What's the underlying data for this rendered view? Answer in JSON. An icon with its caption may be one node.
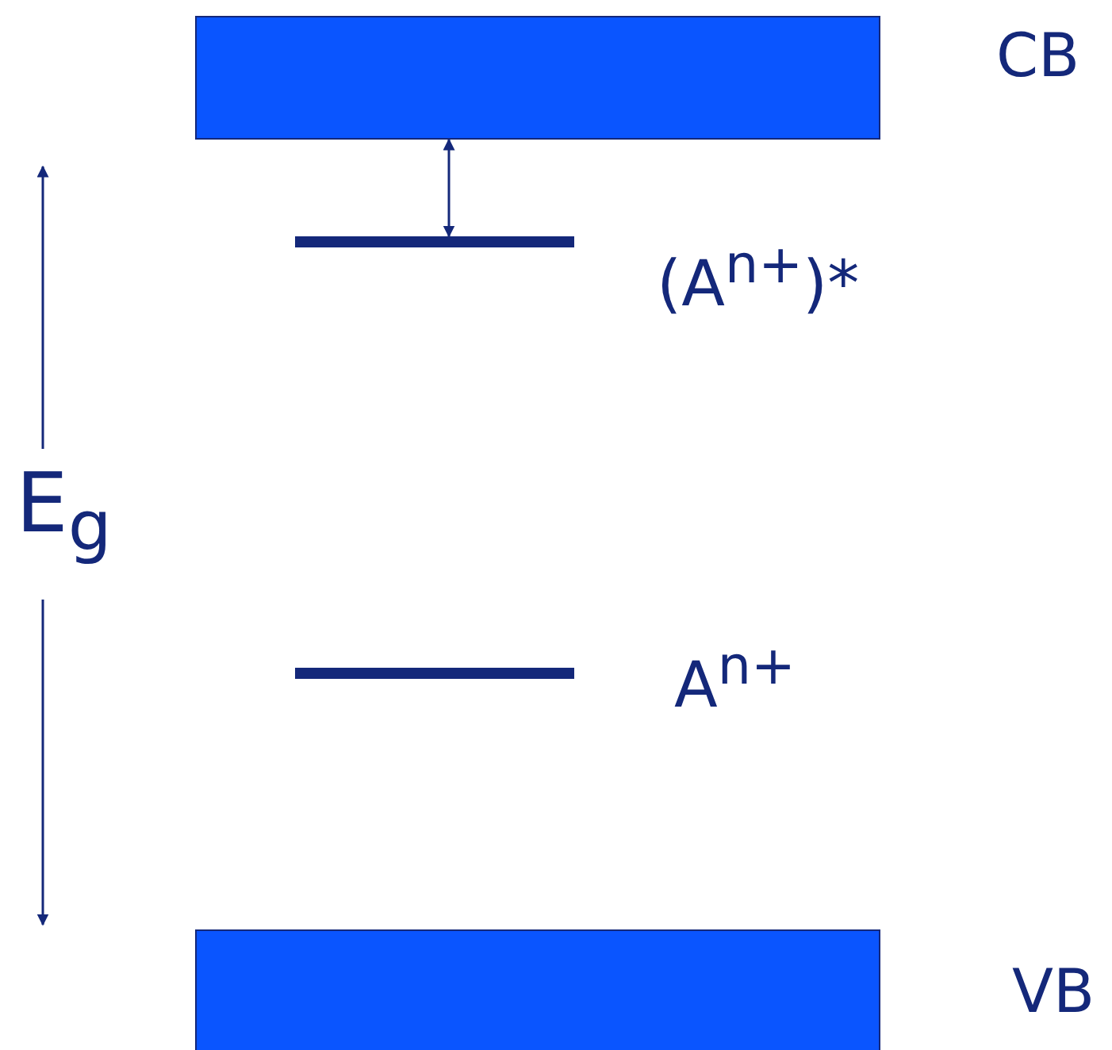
{
  "diagram": {
    "nodes": [
      {
        "text": [
          "CB"
        ]
      },
      {
        "text": [
          "(A$^{n+}$)*"
        ]
      },
      {
        "text": [
          "A$^{n+}$"
        ]
      },
      {
        "text": [
          "VB"
        ]
      }
    ],
    "edges": [
      {
        "from": 0,
        "to": 1,
        "arrow": "both"
      }
    ],
    "labels": [
      "E$_{g}$"
    ]
  }
}
